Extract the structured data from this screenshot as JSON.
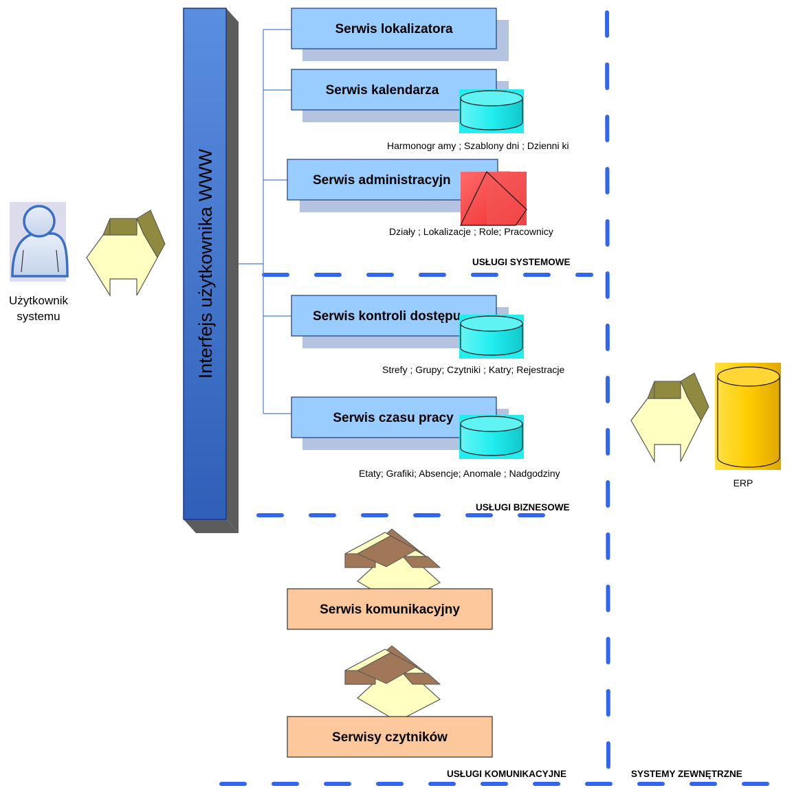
{
  "interface": {
    "label": "Interfejs użytkownika WWW"
  },
  "user": {
    "line1": "Użytkownik",
    "line2": "systemu",
    "icon": "user-icon"
  },
  "services": {
    "locator": {
      "title": "Serwis lokalizatora"
    },
    "calendar": {
      "title": "Serwis kalendarza",
      "data": "Harmonogr amy ; Szablony dni ; Dzienni ki"
    },
    "admin": {
      "title": "Serwis administracyjn",
      "data": "Działy ; Lokalizacje ; Role; Pracownicy"
    },
    "access": {
      "title": "Serwis kontroli dostępu",
      "data": "Strefy ; Grupy; Czytniki ; Katry; Rejestracje"
    },
    "worktime": {
      "title": "Serwis czasu pracy",
      "data": "Etaty; Grafiki; Absencje; Anomale ; Nadgodziny"
    },
    "communication": {
      "title": "Serwis komunikacyjny"
    },
    "readers": {
      "title": "Serwisy czytników"
    }
  },
  "sections": {
    "system": "USŁUGI SYSTEMOWE",
    "business": "USŁUGI BIZNESOWE",
    "communication": "USŁUGI KOMUNIKACYJNE",
    "external": "SYSTEMY ZEWNĘTRZNE"
  },
  "erp": {
    "label": "ERP"
  },
  "colors": {
    "service_fill": "#99ccff",
    "service_shadow": "#b4c3e0",
    "interface_fill": "#4a7fd4",
    "comm_fill": "#fcc89c",
    "cylinder_fill": "#22eef0",
    "erp_fill": "#ffcc00",
    "dash_blue": "#3366ee",
    "arrow_yellow": "#ffffc0",
    "arrow_olive": "#8f8a40",
    "arrow_brown": "#a07858"
  }
}
